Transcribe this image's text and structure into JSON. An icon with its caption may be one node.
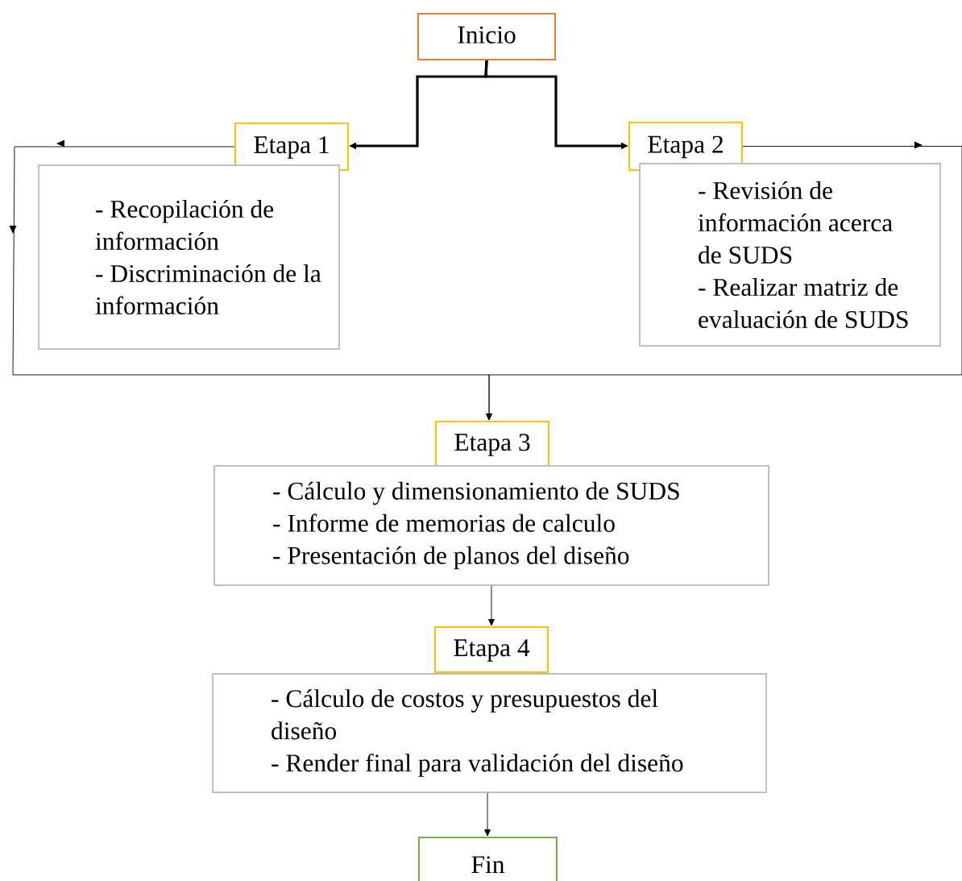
{
  "diagram": {
    "nodes": [
      {
        "text": [
          "Inicio"
        ]
      },
      {
        "text": [
          "Etapa 1"
        ]
      },
      {
        "text": [
          "- Recopilación de información",
          "- Discriminación de la información"
        ]
      },
      {
        "text": [
          "Etapa 2"
        ]
      },
      {
        "text": [
          "- Revisión de información acerca de SUDS",
          "- Realizar matriz de evaluación de SUDS"
        ]
      },
      {
        "text": [
          "Etapa 3"
        ]
      },
      {
        "text": [
          "- Cálculo y dimensionamiento de SUDS",
          "- Informe de memorias de calculo",
          "- Presentación de planos del diseño"
        ]
      },
      {
        "text": [
          "Etapa 4"
        ]
      },
      {
        "text": [
          "- Cálculo de costos y presupuestos del diseño",
          "- Render final para validación del diseño"
        ]
      },
      {
        "text": [
          "Fin"
        ]
      }
    ],
    "edges": [
      {
        "from": 0,
        "to": 1,
        "arrow": "to",
        "style": "thick"
      },
      {
        "from": 0,
        "to": 3,
        "arrow": "to",
        "style": "thick"
      },
      {
        "from": 1,
        "to": 5,
        "arrow": "to"
      },
      {
        "from": 3,
        "to": 5,
        "arrow": "to"
      },
      {
        "from": 6,
        "to": 7,
        "arrow": "to"
      },
      {
        "from": 8,
        "to": 9,
        "arrow": "to"
      }
    ]
  }
}
